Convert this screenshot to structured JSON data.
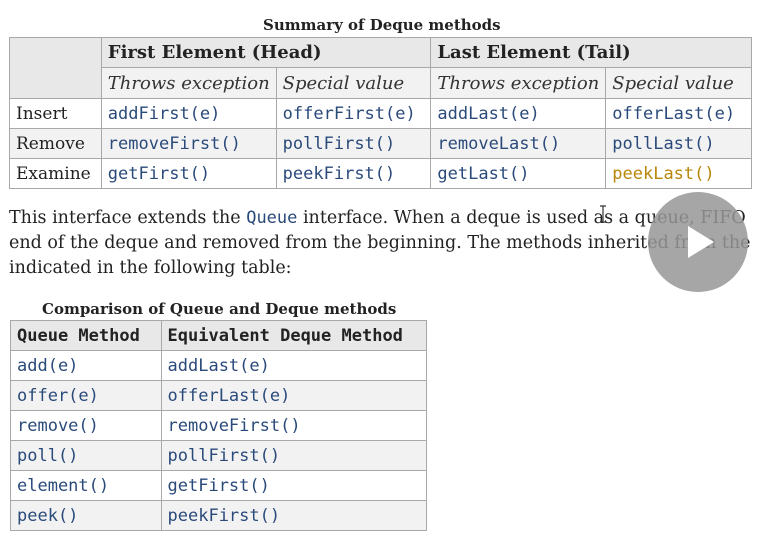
{
  "summary": {
    "caption": "Summary of Deque methods",
    "head_group": "First Element (Head)",
    "tail_group": "Last Element (Tail)",
    "sub_throws": "Throws exception",
    "sub_special": "Special value",
    "rows": [
      {
        "label": "Insert",
        "c1": "addFirst(e)",
        "c2": "offerFirst(e)",
        "c3": "addLast(e)",
        "c4": "offerLast(e)"
      },
      {
        "label": "Remove",
        "c1": "removeFirst()",
        "c2": "pollFirst()",
        "c3": "removeLast()",
        "c4": "pollLast()"
      },
      {
        "label": "Examine",
        "c1": "getFirst()",
        "c2": "peekFirst()",
        "c3": "getLast()",
        "c4": "peekLast()"
      }
    ]
  },
  "paragraph": {
    "part1": "This interface extends the ",
    "code": "Queue",
    "part2": " interface. When a deque is used as a queue, FIFO",
    "line2": "end of the deque and removed from the beginning. The methods inherited from the",
    "line3": "indicated in the following table:"
  },
  "comparison": {
    "caption": "Comparison of Queue and Deque methods",
    "col1": "Queue Method",
    "col2": "Equivalent Deque Method",
    "rows": [
      {
        "queue": "add(e)",
        "deque": "addLast(e)"
      },
      {
        "queue": "offer(e)",
        "deque": "offerLast(e)"
      },
      {
        "queue": "remove()",
        "deque": "removeFirst()"
      },
      {
        "queue": "poll()",
        "deque": "pollFirst()"
      },
      {
        "queue": "element()",
        "deque": "getFirst()"
      },
      {
        "queue": "peek()",
        "deque": "peekFirst()"
      }
    ]
  },
  "colors": {
    "code": "#2a4a7a",
    "highlight": "#b8860b",
    "play_overlay": "#969696"
  },
  "icons": {
    "play": "play-icon",
    "cursor": "text-cursor-icon"
  }
}
